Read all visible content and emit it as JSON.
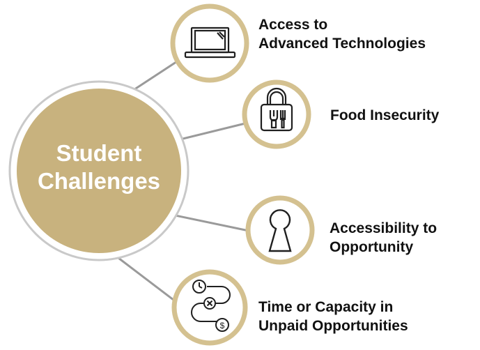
{
  "colors": {
    "gold": "#c8b27e",
    "ring": "#d4c190",
    "connector": "#9a9a9a",
    "icon_stroke": "#1f1f1f",
    "text": "#111111"
  },
  "hub": {
    "line1": "Student",
    "line2": "Challenges"
  },
  "nodes": [
    {
      "icon": "laptop-icon",
      "line1": "Access to",
      "line2": "Advanced Technologies"
    },
    {
      "icon": "padlock-fork-icon",
      "line1": "Food Insecurity",
      "line2": ""
    },
    {
      "icon": "keyhole-icon",
      "line1": "Accessibility to",
      "line2": "Opportunity"
    },
    {
      "icon": "clock-cross-dollar-path-icon",
      "line1": "Time or Capacity in",
      "line2": "Unpaid Opportunities"
    }
  ]
}
